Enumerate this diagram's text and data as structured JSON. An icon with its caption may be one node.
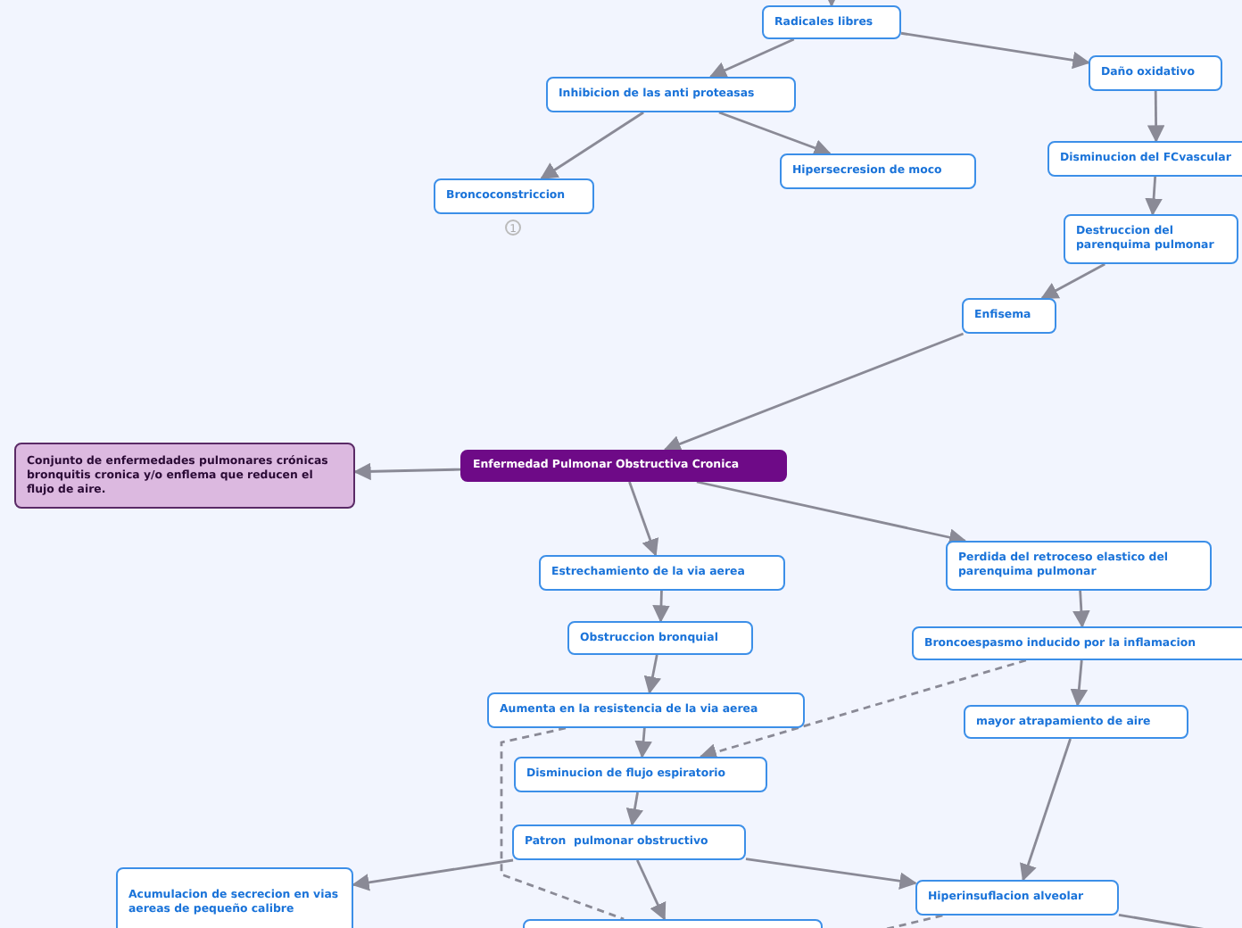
{
  "diagram": {
    "nodes": [
      {
        "text": [
          "Radicales libres"
        ]
      },
      {
        "text": [
          "Inhibicion de las anti proteasas"
        ]
      },
      {
        "text": [
          "Daño oxidativo"
        ]
      },
      {
        "text": [
          "Broncoconstriccion"
        ]
      },
      {
        "text": [
          "Hipersecresion de moco"
        ]
      },
      {
        "text": [
          "Disminucion del FCvascular"
        ]
      },
      {
        "text": [
          "Destruccion del parenquima pulmonar"
        ]
      },
      {
        "text": [
          "Enfisema"
        ]
      },
      {
        "text": [
          "Enfermedad Pulmonar Obstructiva Cronica"
        ]
      },
      {
        "text": [
          "Conjunto de enfermedades pulmonares crónicas bronquitis cronica y/o enflema que reducen el flujo de aire."
        ]
      },
      {
        "text": [
          "Estrechamiento de la via aerea"
        ]
      },
      {
        "text": [
          "Perdida del retroceso elastico del parenquima pulmonar"
        ]
      },
      {
        "text": [
          "Obstruccion bronquial"
        ]
      },
      {
        "text": [
          "Broncoespasmo inducido por la inflamacion"
        ]
      },
      {
        "text": [
          "Aumenta en la resistencia de la via aerea"
        ]
      },
      {
        "text": [
          "mayor atrapamiento de aire"
        ]
      },
      {
        "text": [
          "Disminucion de flujo espiratorio"
        ]
      },
      {
        "text": [
          "Patron  pulmonar obstructivo"
        ]
      },
      {
        "text": [
          "Acumulacion de secrecion en vias aereas de pequeño calibre"
        ]
      },
      {
        "text": [
          "Hiperinsuflacion alveolar"
        ]
      },
      {
        "text": [],
        "shape": "box"
      }
    ],
    "edges": [
      {
        "from": null,
        "to": 0,
        "arrow": "to"
      },
      {
        "from": 0,
        "to": 1,
        "arrow": "to"
      },
      {
        "from": 0,
        "to": 2,
        "arrow": "to"
      },
      {
        "from": 1,
        "to": 3,
        "arrow": "to"
      },
      {
        "from": 1,
        "to": 4,
        "arrow": "to"
      },
      {
        "from": 2,
        "to": 5,
        "arrow": "to"
      },
      {
        "from": 5,
        "to": 6,
        "arrow": "to"
      },
      {
        "from": 6,
        "to": 7,
        "arrow": "to"
      },
      {
        "from": 7,
        "to": 8,
        "arrow": "to"
      },
      {
        "from": 8,
        "to": 9,
        "arrow": "to"
      },
      {
        "from": 8,
        "to": 10,
        "arrow": "to"
      },
      {
        "from": 8,
        "to": 11,
        "arrow": "to"
      },
      {
        "from": 10,
        "to": 12,
        "arrow": "to"
      },
      {
        "from": 12,
        "to": 14,
        "arrow": "to"
      },
      {
        "from": 14,
        "to": 16,
        "arrow": "to"
      },
      {
        "from": 11,
        "to": 13,
        "arrow": "to"
      },
      {
        "from": 13,
        "to": 15,
        "arrow": "to"
      },
      {
        "from": 13,
        "to": 16,
        "arrow": "to",
        "style": "dashed"
      },
      {
        "from": 16,
        "to": 17,
        "arrow": "to"
      },
      {
        "from": 17,
        "to": 18,
        "arrow": "to"
      },
      {
        "from": 17,
        "to": 20,
        "arrow": "to"
      },
      {
        "from": 17,
        "to": 19,
        "arrow": "to"
      },
      {
        "from": 15,
        "to": 19,
        "arrow": "to"
      },
      {
        "from": 14,
        "to": 20,
        "arrow": "none",
        "style": "dashed"
      },
      {
        "from": 19,
        "to": null,
        "arrow": "none"
      },
      {
        "from": 19,
        "to": null,
        "arrow": "none",
        "style": "dashed"
      }
    ],
    "labels": [
      "1"
    ]
  }
}
